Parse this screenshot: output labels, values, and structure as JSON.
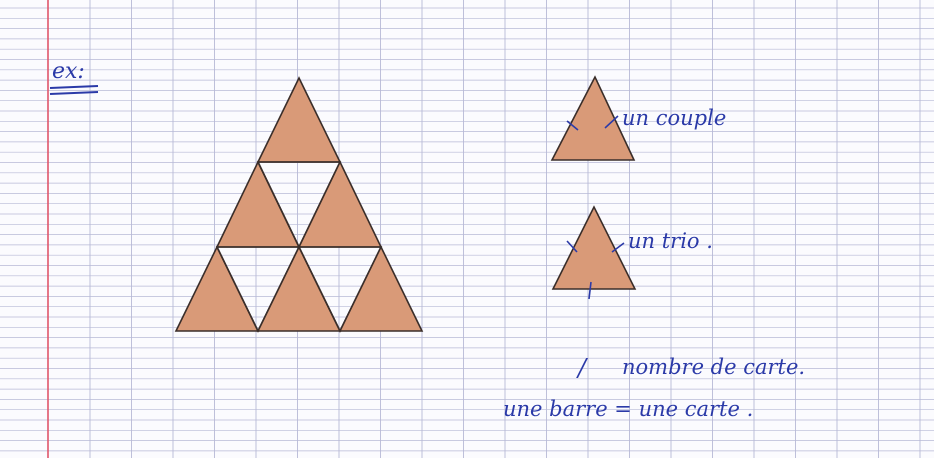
{
  "notebook": {
    "heading": "ex:",
    "annotations": {
      "couple": "un couple",
      "trio": "un trio .",
      "slash_mark": "/",
      "legend_line1": "nombre de carte.",
      "legend_line2": "une barre = une carte ."
    },
    "colors": {
      "paper": "#fbfbfe",
      "grid_line": "#b7b9d6",
      "margin_line": "#e0566a",
      "ink": "#2b3aa8",
      "triangle_fill": "#d99a78",
      "triangle_stroke": "#3a2e2a"
    }
  }
}
